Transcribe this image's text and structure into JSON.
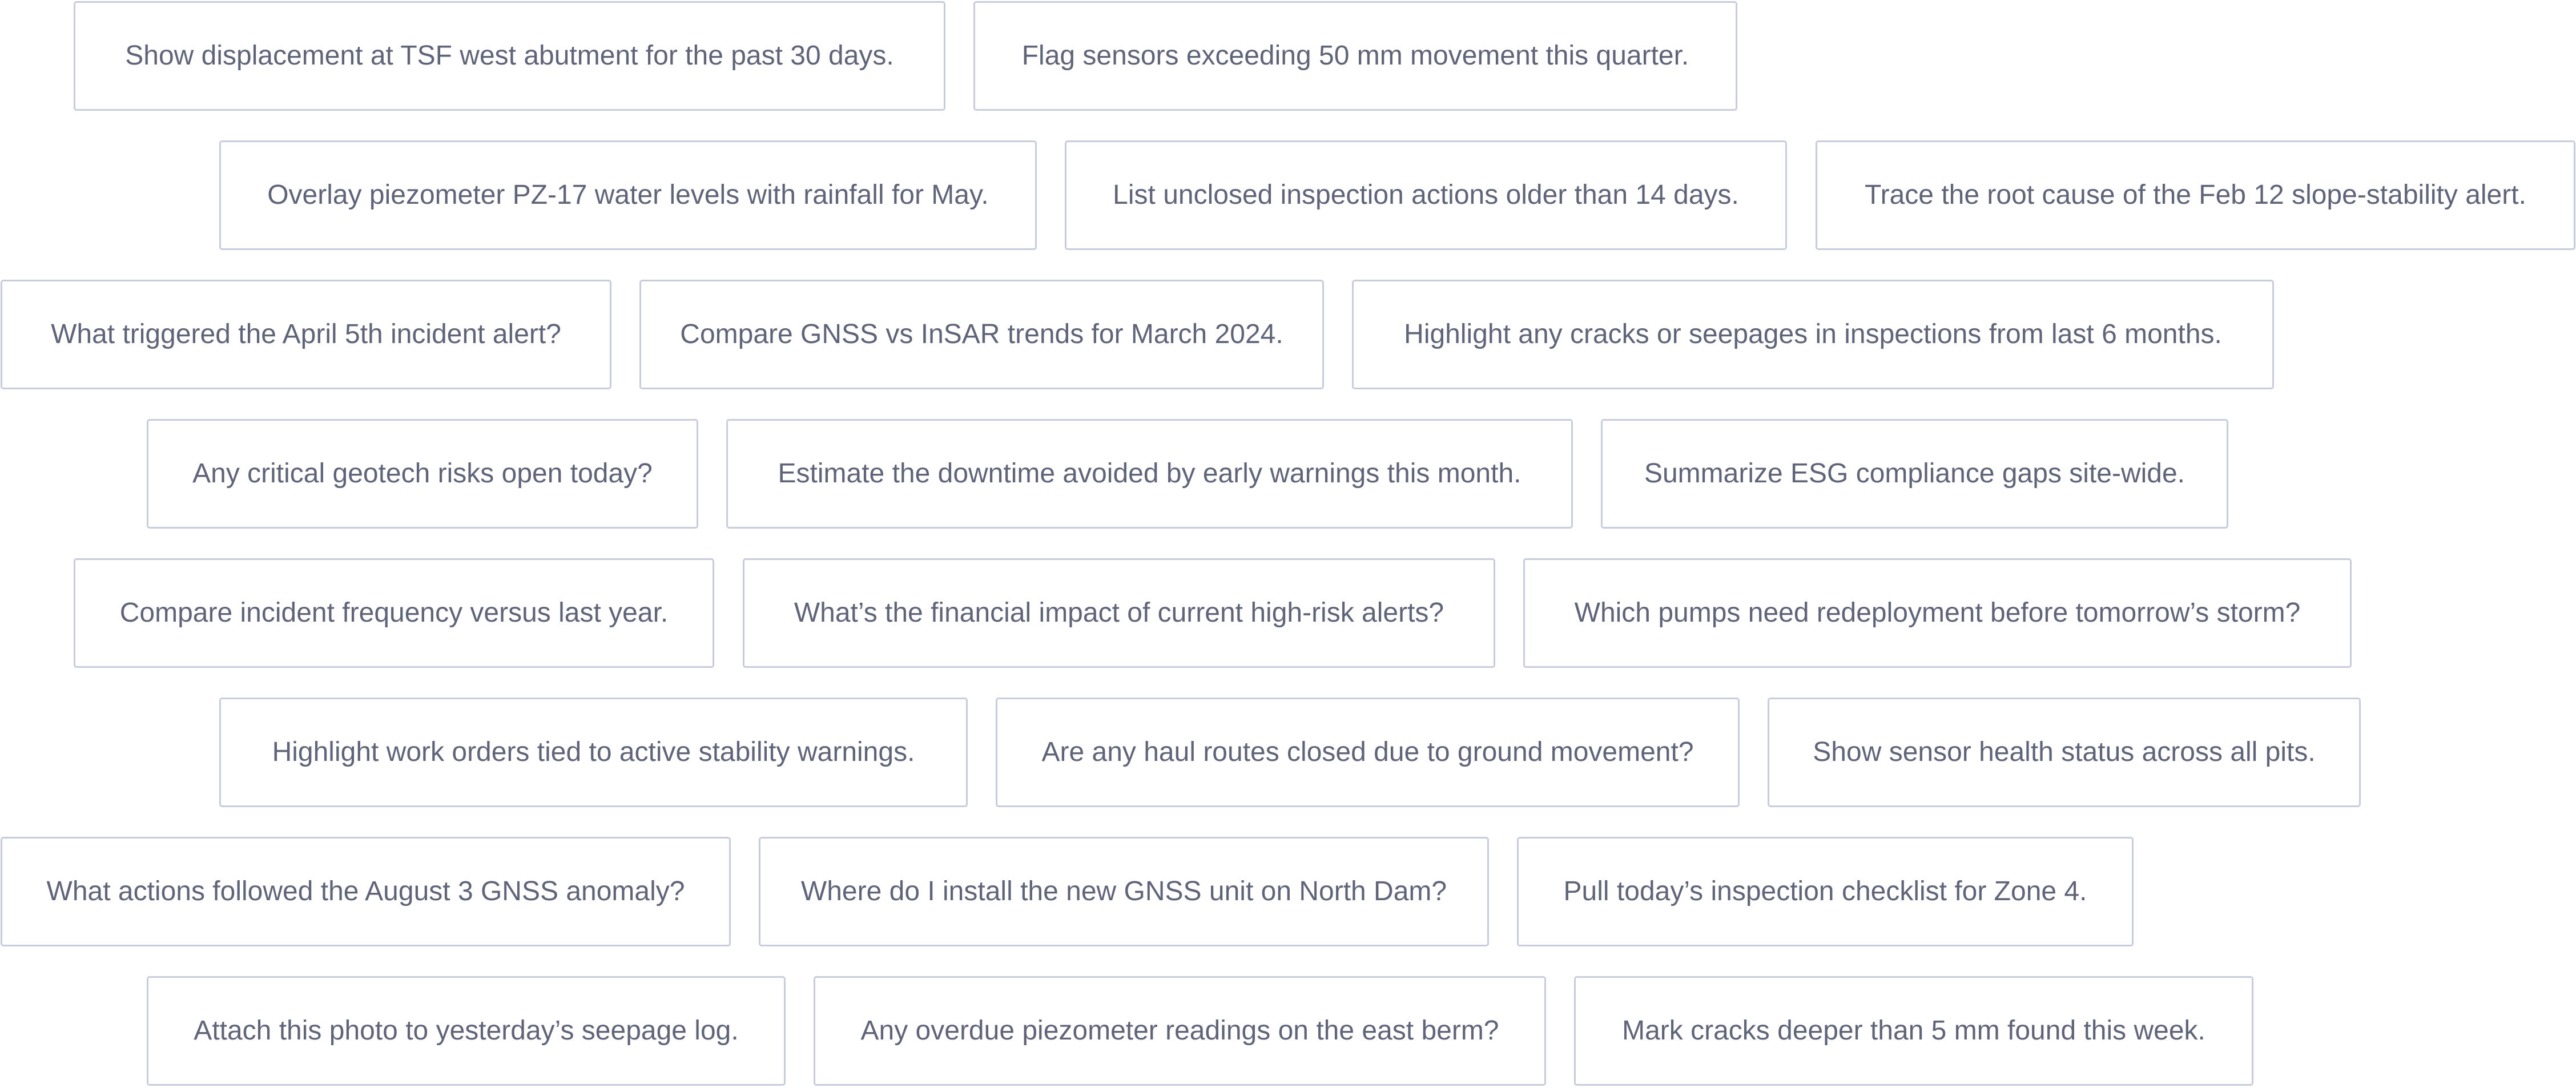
{
  "rows": [
    [
      "Show displacement at TSF west abutment for the past 30 days.",
      "Flag sensors exceeding 50 mm movement this quarter."
    ],
    [
      "Overlay piezometer PZ-17 water levels with rainfall for May.",
      "List unclosed inspection actions older than 14 days.",
      "Trace the root cause of the Feb 12 slope-stability alert."
    ],
    [
      "What triggered the April 5th incident alert?",
      "Compare GNSS vs InSAR trends for March 2024.",
      "Highlight any cracks or seepages in inspections from last 6 months."
    ],
    [
      "Any critical geotech risks open today?",
      "Estimate the downtime avoided by early warnings this month.",
      "Summarize ESG compliance gaps site-wide."
    ],
    [
      "Compare incident frequency versus last year.",
      "What’s the financial impact of current high-risk alerts?",
      "Which pumps need redeployment before tomorrow’s storm?"
    ],
    [
      "Highlight work orders tied to active stability warnings.",
      "Are any haul routes closed due to ground movement?",
      "Show sensor health status across all pits."
    ],
    [
      "What actions followed the August 3 GNSS anomaly?",
      "Where do I install the new GNSS unit on North Dam?",
      "Pull today’s inspection checklist for Zone 4."
    ],
    [
      "Attach this photo to yesterday’s seepage log.",
      "Any overdue piezometer readings on the east berm?",
      "Mark cracks deeper than 5 mm found this week."
    ]
  ]
}
